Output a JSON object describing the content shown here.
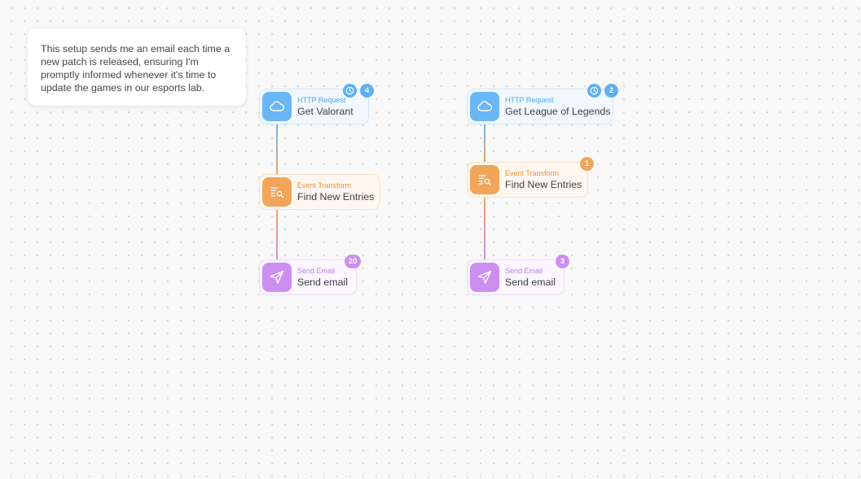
{
  "note": {
    "line1": "This setup sends me an email each time a",
    "line2": "new patch is released, ensuring I'm",
    "line3": "promptly informed whenever it's time to",
    "line4": "update the games in our esports lab."
  },
  "flow1": {
    "http": {
      "kind": "HTTP Request",
      "title": "Get Valorant",
      "badge": "4",
      "icon": "cloud-icon",
      "scheduled_icon": "clock-icon"
    },
    "transform": {
      "kind": "Event Transform",
      "title": "Find New Entries",
      "icon": "list-search-icon"
    },
    "email": {
      "kind": "Send Email",
      "title": "Send email",
      "badge": "20",
      "icon": "paper-plane-icon"
    }
  },
  "flow2": {
    "http": {
      "kind": "HTTP Request",
      "title": "Get League of Legends",
      "badge": "2",
      "icon": "cloud-icon",
      "scheduled_icon": "clock-icon"
    },
    "transform": {
      "kind": "Event Transform",
      "title": "Find New Entries",
      "badge": "1",
      "icon": "list-search-icon"
    },
    "email": {
      "kind": "Send Email",
      "title": "Send email",
      "badge": "3",
      "icon": "paper-plane-icon"
    }
  },
  "colors": {
    "http": "#6bb6f5",
    "transform": "#f0a55a",
    "email": "#cc8ff0",
    "canvas": "#f8f8f8"
  }
}
